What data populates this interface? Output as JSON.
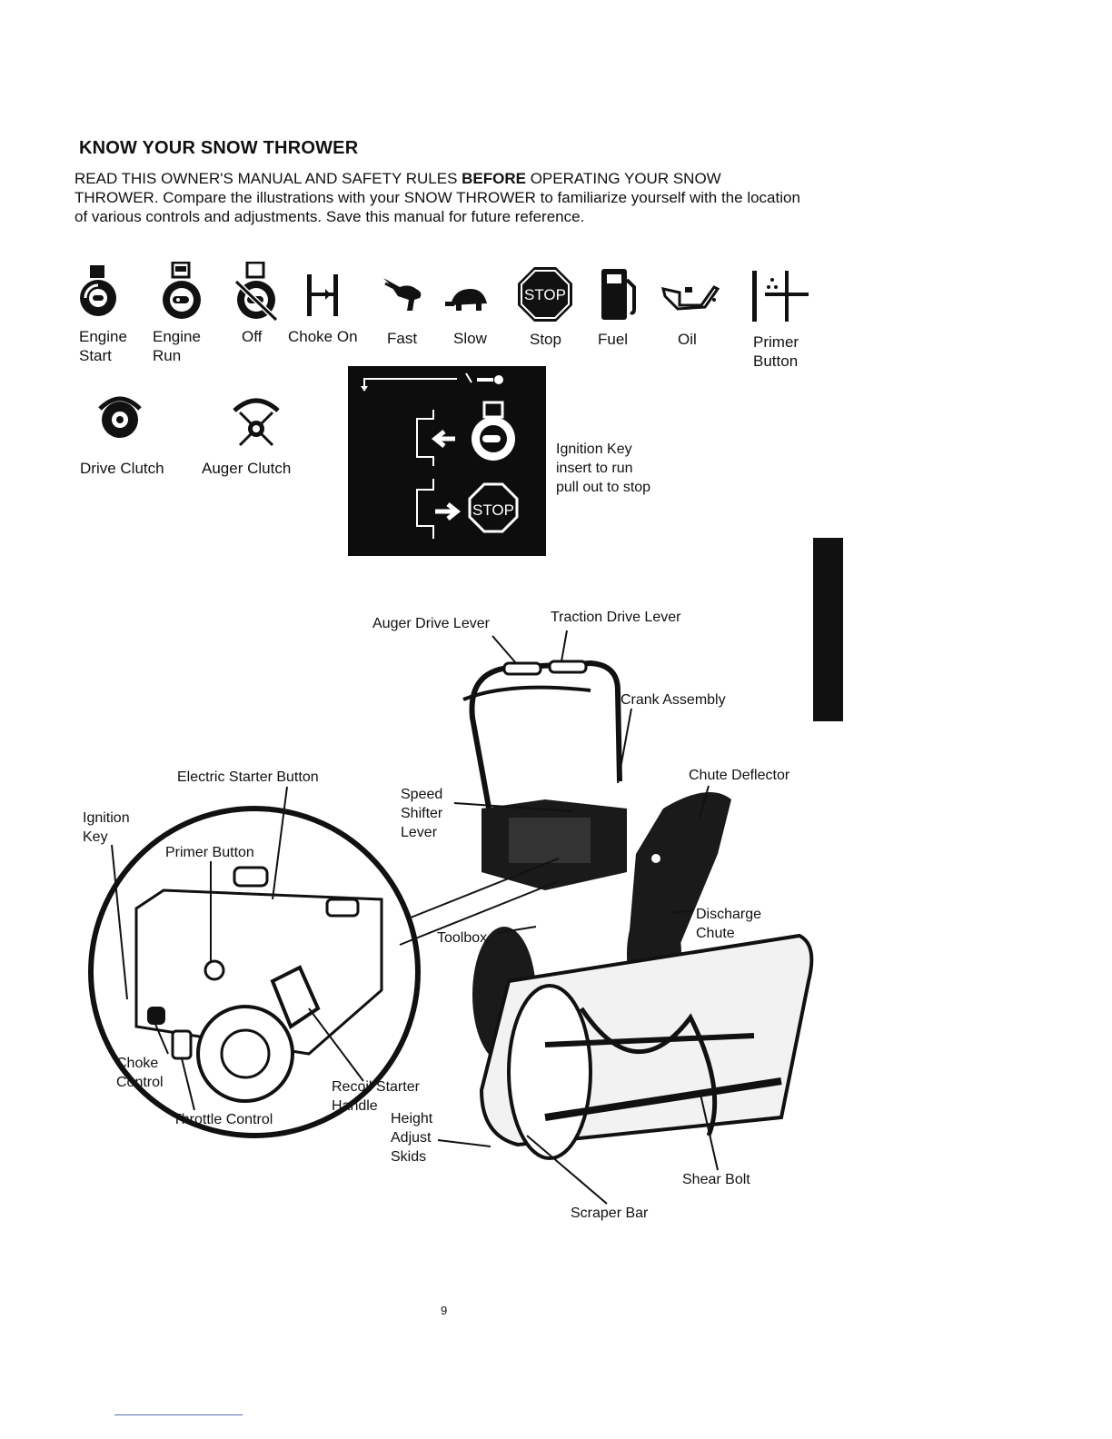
{
  "header": {
    "title": "KNOW YOUR SNOW THROWER",
    "intro_part1": "READ THIS OWNER'S MANUAL AND SAFETY RULES ",
    "intro_bold": "BEFORE",
    "intro_part2": " OPERATING YOUR SNOW THROWER. Compare the illustrations with your SNOW THROWER  to familiarize yourself with the location of various controls and adjustments. Save this manual for future reference."
  },
  "symbols": [
    {
      "label": "Engine\nStart",
      "icon": "engine-start-icon"
    },
    {
      "label": "Engine\nRun",
      "icon": "engine-run-icon"
    },
    {
      "label": "Off",
      "icon": "engine-off-icon"
    },
    {
      "label": "Choke On",
      "icon": "choke-icon"
    },
    {
      "label": "Fast",
      "icon": "rabbit-icon"
    },
    {
      "label": "Slow",
      "icon": "turtle-icon"
    },
    {
      "label": "Stop",
      "icon": "stop-sign-icon"
    },
    {
      "label": "Fuel",
      "icon": "fuel-pump-icon"
    },
    {
      "label": "Oil",
      "icon": "oil-can-icon"
    },
    {
      "label": "Primer\nButton",
      "icon": "primer-icon"
    },
    {
      "label": "Drive Clutch",
      "icon": "drive-clutch-icon"
    },
    {
      "label": "Auger Clutch",
      "icon": "auger-clutch-icon"
    }
  ],
  "ignition": {
    "stop_text": "STOP",
    "line1": "Ignition Key",
    "line2": "insert to run",
    "line3": "pull out to stop"
  },
  "stop_icon_text": "STOP",
  "callouts": {
    "auger_drive_lever": "Auger Drive Lever",
    "traction_drive_lever": "Traction Drive Lever",
    "crank_assembly": "Crank Assembly",
    "chute_deflector": "Chute Deflector",
    "speed_shifter_lever": "Speed\nShifter\nLever",
    "electric_starter_button": "Electric Starter Button",
    "ignition_key": "Ignition\nKey",
    "primer_button": "Primer Button",
    "discharge_chute": "Discharge\nChute",
    "toolbox": "Toolbox",
    "choke_control": "Choke\nControl",
    "recoil_starter_handle": "Recoil Starter\nHandle",
    "throttle_control": "Throttle Control",
    "height_adjust_skids": "Height\nAdjust\nSkids",
    "shear_bolt": "Shear Bolt",
    "scraper_bar": "Scraper Bar"
  },
  "page_number": "9"
}
